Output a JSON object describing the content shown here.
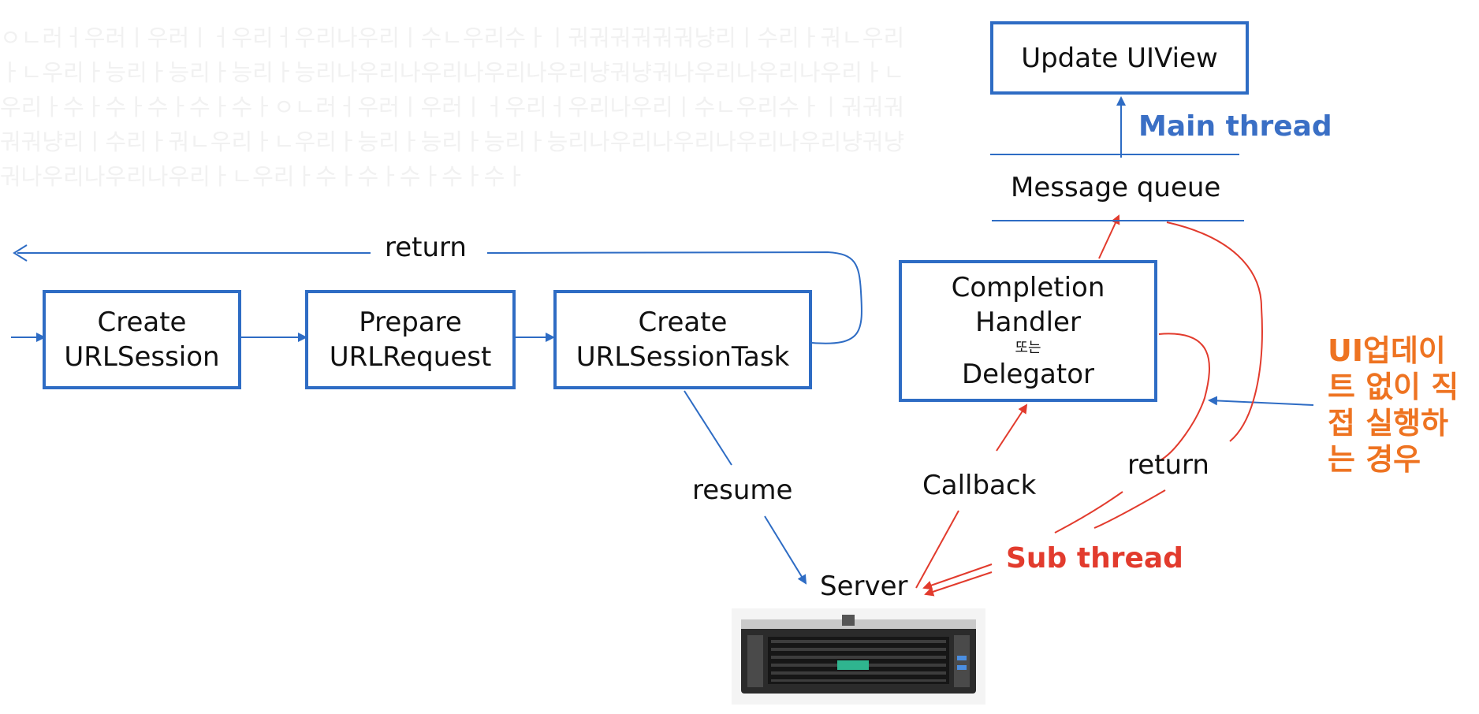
{
  "background_text": "ㅇㄴ러ㅓ우러ㅣ우러ㅣㅓ우리ㅓ우리나우리ㅣ수ㄴ우리수ㅏㅣ궈궈궈궈궈궈냥리ㅣ수리ㅏ궈ㄴ우리ㅏㄴ우리ㅏ능리ㅏ능리ㅏ능리ㅏ능리나우리나우리나우리나우리냥궈냥궈나우리나우리나우리ㅏㄴ우리ㅏ수ㅏ수ㅏ수ㅏ수ㅏ수ㅏㅇㄴ러ㅓ우러ㅣ우러ㅣㅓ우리ㅓ우리나우리ㅣ수ㄴ우리수ㅏㅣ궈궈궈궈궈냥리ㅣ수리ㅏ궈ㄴ우리ㅏㄴ우리ㅏ능리ㅏ능리ㅏ능리ㅏ능리나우리나우리나우리나우리냥궈냥궈나우리나우리나우리ㅏㄴ우리ㅏ수ㅏ수ㅏ수ㅏ수ㅏ수ㅏ",
  "boxes": {
    "create_urlsession": [
      "Create",
      "URLSession"
    ],
    "prepare_urlrequest": [
      "Prepare",
      "URLRequest"
    ],
    "create_urlsessiontask": [
      "Create",
      "URLSessionTask"
    ],
    "completion_handler": {
      "line1": "Completion",
      "line2": "Handler",
      "small": "또는",
      "line3": "Delegator"
    },
    "update_uiview": "Update UIView"
  },
  "labels": {
    "return_top": "return",
    "message_queue": "Message queue",
    "main_thread": "Main thread",
    "resume": "resume",
    "server": "Server",
    "callback": "Callback",
    "return_right": "return",
    "sub_thread": "Sub thread",
    "ui_note": [
      "UI업데이",
      "트 없이 직",
      "접 실행하",
      "는 경우"
    ]
  },
  "colors": {
    "box_border": "#2e6cc4",
    "flow_blue": "#2e6cc4",
    "main_thread": "#3a6fc5",
    "sub_thread": "#e23b2d",
    "note_orange": "#ee7321"
  },
  "icons": {
    "server": "rack-server-image"
  }
}
